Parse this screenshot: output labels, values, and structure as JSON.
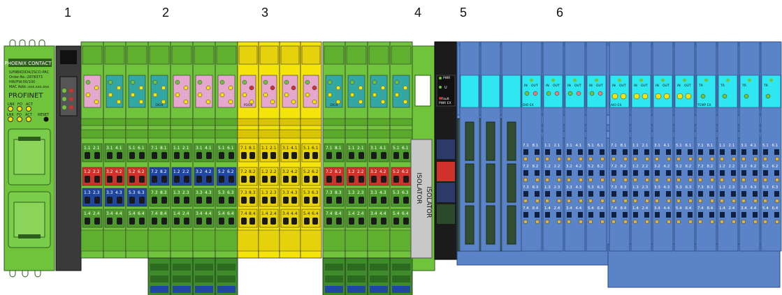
{
  "section_numbers": [
    "1",
    "2",
    "3",
    "4",
    "5",
    "6"
  ],
  "bus_coupler": {
    "brand": "PHOENIX CONTACT",
    "model": "ILPNBKDIO4/2SCO-PAC",
    "order_no": "Order-No.:2878373",
    "hw_fw": "HW/FW:00/100",
    "mac": "MAC Addr.:xxx.xxx.xxx",
    "protocol": "PROFINET",
    "led_labels": [
      "LNK",
      "FO",
      "ACT"
    ],
    "led_labels2": [
      "LNK",
      "FO",
      "ACT",
      "RESET"
    ]
  },
  "terminal_labels": {
    "row1": [
      "1.1",
      "2.1",
      "3.1",
      "4.1",
      "5.1",
      "6.1",
      "7.1",
      "8.1"
    ],
    "row2": [
      "1.2",
      "2.2",
      "3.2",
      "4.2",
      "5.2",
      "6.2",
      "7.2",
      "8.2"
    ],
    "row3": [
      "1.3",
      "2.3",
      "3.3",
      "4.3",
      "5.3",
      "6.3",
      "7.3",
      "8.3"
    ],
    "row4": [
      "1.4",
      "2.4",
      "3.4",
      "4.4",
      "5.4",
      "6.4",
      "7.4",
      "8.4"
    ]
  },
  "module_labels": {
    "dio": "DIO4",
    "pdo": "PDO8",
    "dio_sm": "DIO4",
    "isolator": "ISOLATOR",
    "pwr_ex": "PWR EX",
    "pwr": "PWR",
    "us": "U",
    "us_sub": "S",
    "fault": "Fault",
    "dio_ex": "DIO EX",
    "aio_ex": "AIO EX",
    "temp_ex": "TEMP EX",
    "in": "IN",
    "out": "OUT",
    "tr": "TR",
    "d": "D",
    "io_nums": [
      "1",
      "2",
      "3",
      "4"
    ],
    "pdo_nums": [
      "1",
      "2",
      "3",
      "4",
      "5",
      "6",
      "7",
      "8"
    ]
  },
  "colors": {
    "green": "#6fc43c",
    "yellow": "#f4e40c",
    "blue": "#5b83c7",
    "cyan": "#2fe7f0",
    "red": "#d0312a",
    "dark": "#222222",
    "pink": "#e6a7cc",
    "teal": "#33a7a3"
  }
}
